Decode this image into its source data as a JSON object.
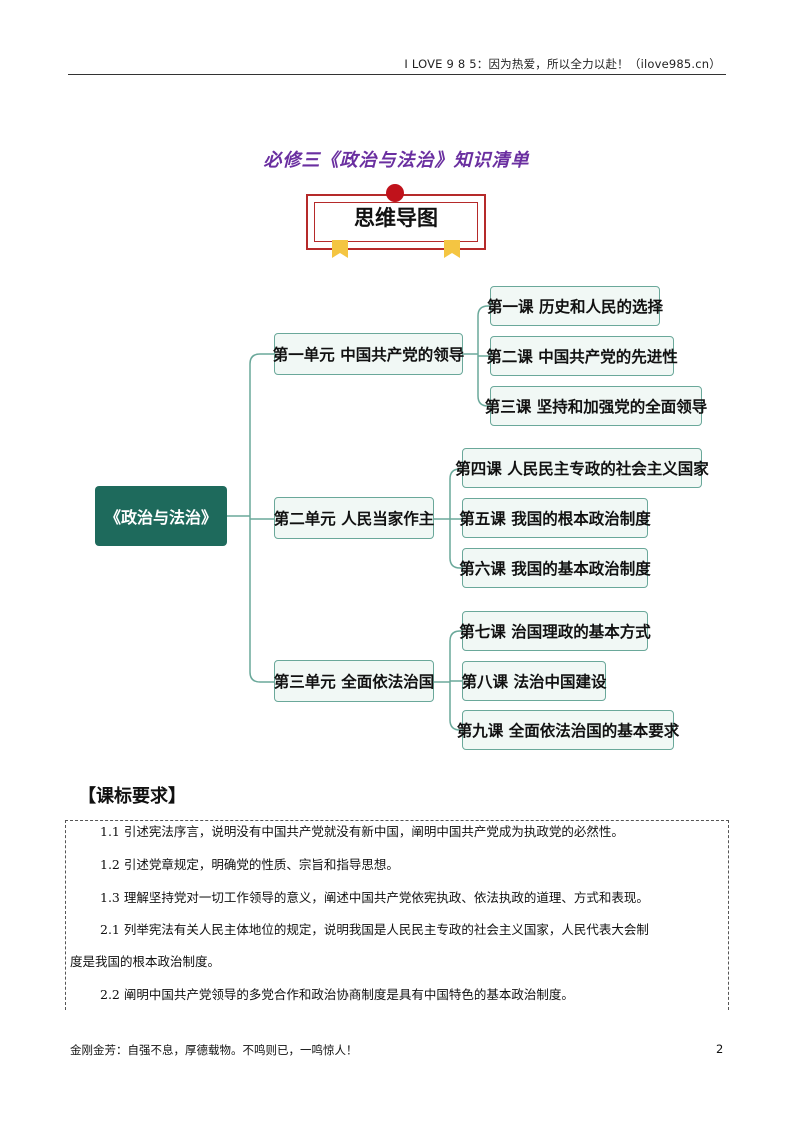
{
  "header": {
    "text": "I LOVE 9 8 5：因为热爱，所以全力以赴！（ilove985.cn）"
  },
  "doc_title": "必修三《政治与法治》知识清单",
  "badge": {
    "label": "思维导图"
  },
  "mindmap": {
    "root": "《政治与法治》",
    "units": [
      {
        "label": "第一单元 中国共产党的领导",
        "lessons": [
          "第一课 历史和人民的选择",
          "第二课 中国共产党的先进性",
          "第三课 坚持和加强党的全面领导"
        ]
      },
      {
        "label": "第二单元 人民当家作主",
        "lessons": [
          "第四课 人民民主专政的社会主义国家",
          "第五课 我国的根本政治制度",
          "第六课 我国的基本政治制度"
        ]
      },
      {
        "label": "第三单元 全面依法治国",
        "lessons": [
          "第七课 治国理政的基本方式",
          "第八课 法治中国建设",
          "第九课 全面依法治国的基本要求"
        ]
      }
    ]
  },
  "section": {
    "heading": "【课标要求】"
  },
  "requirements": [
    "1.1 引述宪法序言，说明没有中国共产党就没有新中国，阐明中国共产党成为执政党的必然性。",
    "1.2 引述党章规定，明确党的性质、宗旨和指导思想。",
    "1.3 理解坚持党对一切工作领导的意义，阐述中国共产党依宪执政、依法执政的道理、方式和表现。",
    "2.1 列举宪法有关人民主体地位的规定，说明我国是人民民主专政的社会主义国家，人民代表大会制",
    "度是我国的根本政治制度。",
    "2.2 阐明中国共产党领导的多党合作和政治协商制度是具有中国特色的基本政治制度。"
  ],
  "footer": {
    "motto": "金刚金芳：自强不息，厚德载物。不鸣则已，一鸣惊人！",
    "page": "2"
  },
  "colors": {
    "title": "#6a2fa0",
    "root": "#1e6a5c",
    "node_border": "#6aa89a",
    "badge_border": "#b52a2a"
  }
}
